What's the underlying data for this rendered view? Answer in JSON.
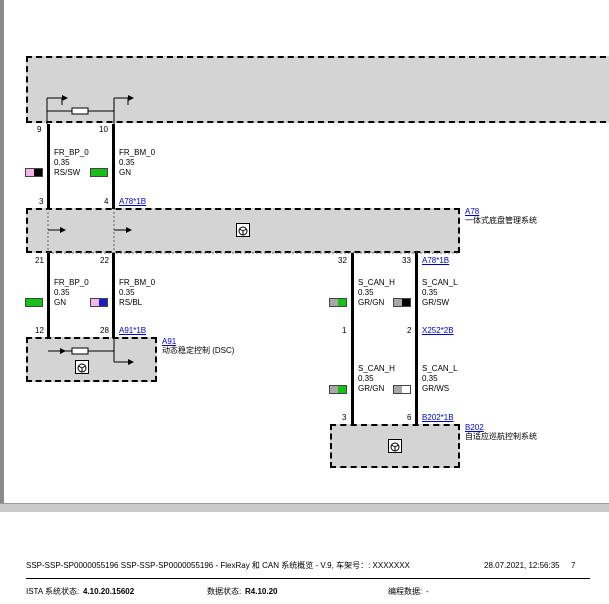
{
  "modules": {
    "a78": {
      "link": "A78",
      "name": "一体式底盘管理系统"
    },
    "a91": {
      "link": "A91",
      "name": "动态稳定控制 (DSC)"
    },
    "b202": {
      "link": "B202",
      "name": "自适应巡航控制系统"
    }
  },
  "connectors": {
    "a78_1b": "A78*1B",
    "a91_1b": "A91*1B",
    "a78_1b_right": "A78*1B",
    "x252_2b": "X252*2B",
    "b202_1b": "B202*1B"
  },
  "pins": {
    "p9": "9",
    "p10": "10",
    "p3": "3",
    "p4": "4",
    "p21": "21",
    "p22": "22",
    "p12": "12",
    "p28": "28",
    "p32": "32",
    "p33": "33",
    "p1": "1",
    "p2": "2",
    "p3b": "3",
    "p6": "6"
  },
  "wires": {
    "w1": {
      "name": "FR_BP_0",
      "size": "0.35",
      "color": "RS/SW",
      "c1": "#f4b6e8",
      "c2": "#000000"
    },
    "w2": {
      "name": "FR_BM_0",
      "size": "0.35",
      "color": "GN",
      "c1": "#16c016",
      "c2": "#16c016"
    },
    "w3": {
      "name": "FR_BP_0",
      "size": "0.35",
      "color": "GN",
      "c1": "#16c016",
      "c2": "#16c016"
    },
    "w4": {
      "name": "FR_BM_0",
      "size": "0.35",
      "color": "RS/BL",
      "c1": "#f4b6e8",
      "c2": "#1a1acc"
    },
    "w5": {
      "name": "S_CAN_H",
      "size": "0.35",
      "color": "GR/GN",
      "c1": "#a8a8a8",
      "c2": "#16c016"
    },
    "w6": {
      "name": "S_CAN_L",
      "size": "0.35",
      "color": "GR/SW",
      "c1": "#a8a8a8",
      "c2": "#000000"
    },
    "w7": {
      "name": "S_CAN_H",
      "size": "0.35",
      "color": "GR/GN",
      "c1": "#a8a8a8",
      "c2": "#16c016"
    },
    "w8": {
      "name": "S_CAN_L",
      "size": "0.35",
      "color": "GR/WS",
      "c1": "#a8a8a8",
      "c2": "#ffffff"
    }
  },
  "footer": {
    "doc_title": "SSP-SSP-SP0000055196 SSP-SSP-SP0000055196 - FlexRay 和 CAN 系统概览 - V.9, 车架号：: XXXXXXX",
    "datetime": "28.07.2021, 12:56:35",
    "page": "7",
    "ista_label": "ISTA 系统状态:",
    "ista_value": "4.10.20.15602",
    "data_label": "数据状态:",
    "data_value": "R4.10.20",
    "prog_label": "编程数据:",
    "prog_value": "-"
  }
}
